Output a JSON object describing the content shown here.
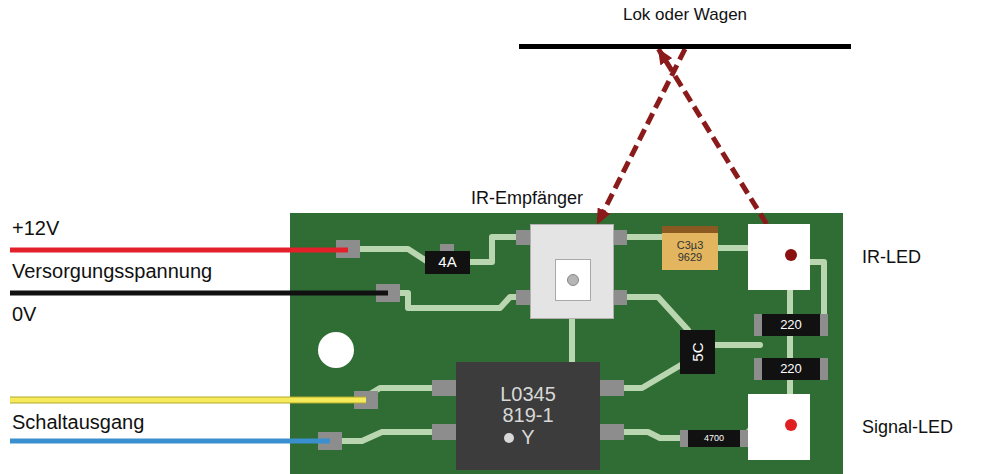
{
  "diagram": {
    "nodes": [
      {
        "text": [
          "Lok oder Wagen"
        ]
      },
      {
        "text": [
          "IR-Empfänger"
        ]
      },
      {
        "text": [
          "4A"
        ]
      },
      {
        "text": [
          "C3µ3 9629"
        ]
      },
      {
        "text": [
          "IR-LED"
        ]
      },
      {
        "text": [
          "5C"
        ]
      },
      {
        "text": [
          "220"
        ]
      },
      {
        "text": [
          "220"
        ]
      },
      {
        "text": [
          "L0345 819-1 Y"
        ]
      },
      {
        "text": [
          "4700"
        ]
      },
      {
        "text": [
          "Signal-LED"
        ]
      }
    ],
    "edges": [
      {
        "from": 0,
        "to": 1,
        "arrow": "to"
      },
      {
        "from": 4,
        "to": 0,
        "arrow": "to"
      }
    ],
    "labels": [
      "+12V",
      "Versorgungsspannung",
      "0V",
      "Schaltausgang"
    ]
  }
}
